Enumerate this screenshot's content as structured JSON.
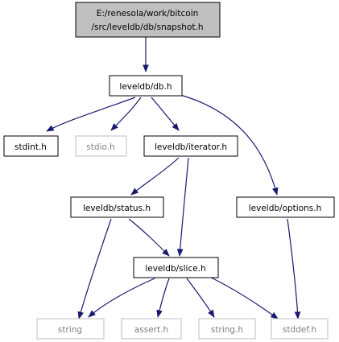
{
  "colors": {
    "edge": "#191970",
    "node_border": "#000000",
    "root_fill": "#bfbfbf",
    "system_border": "#bfbfbf",
    "system_text": "#7f7f7f"
  },
  "nodes": {
    "root": {
      "lines": [
        "E:/renesola/work/bitcoin",
        "/src/leveldb/db/snapshot.h"
      ]
    },
    "db_h": {
      "label": "leveldb/db.h"
    },
    "stdint_h": {
      "label": "stdint.h"
    },
    "stdio_h": {
      "label": "stdio.h"
    },
    "iterator_h": {
      "label": "leveldb/iterator.h"
    },
    "status_h": {
      "label": "leveldb/status.h"
    },
    "options_h": {
      "label": "leveldb/options.h"
    },
    "slice_h": {
      "label": "leveldb/slice.h"
    },
    "string": {
      "label": "string"
    },
    "assert_h": {
      "label": "assert.h"
    },
    "string_h": {
      "label": "string.h"
    },
    "stddef_h": {
      "label": "stddef.h"
    }
  }
}
